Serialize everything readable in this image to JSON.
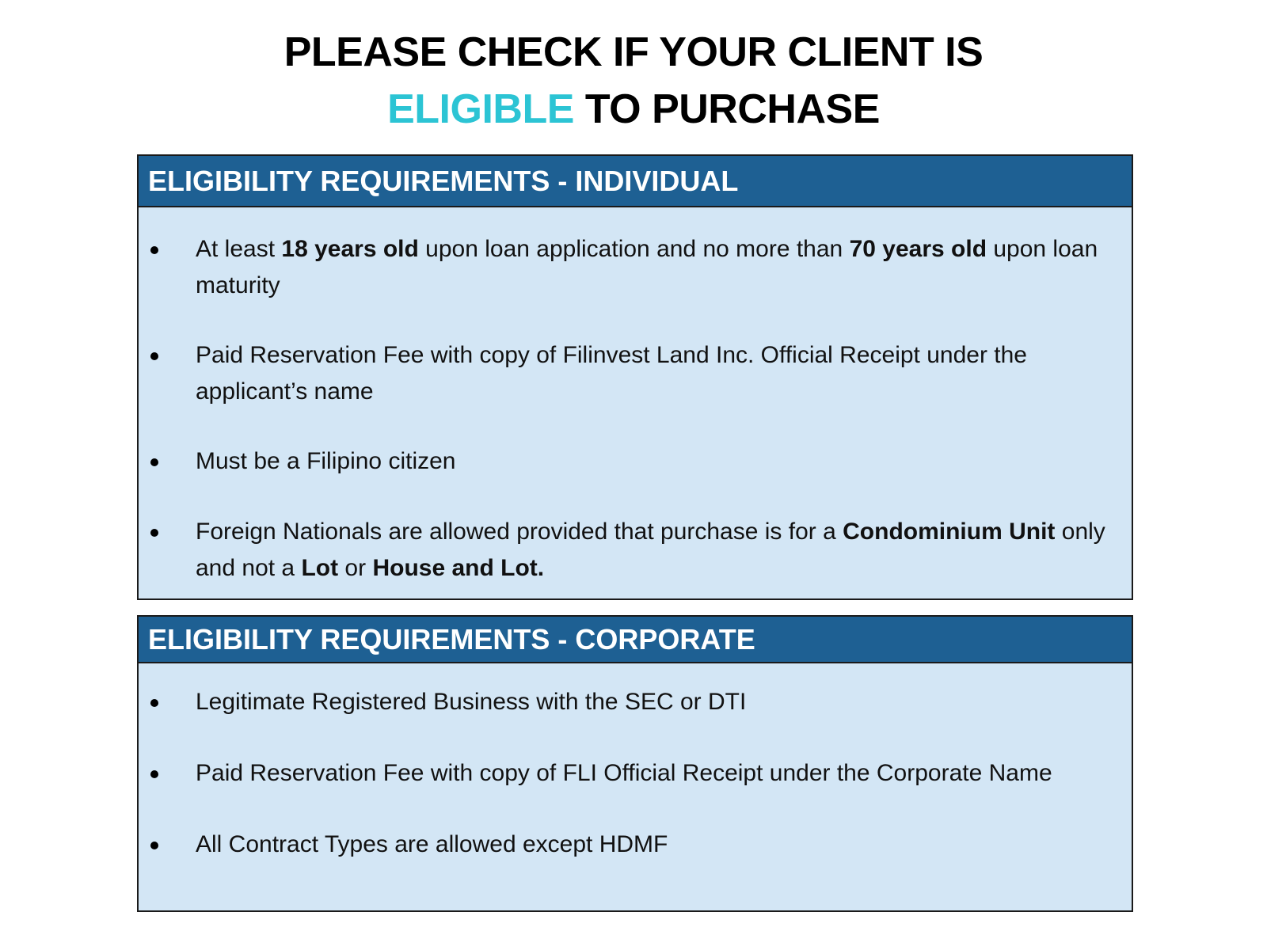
{
  "title": {
    "line1": "PLEASE CHECK IF YOUR CLIENT IS",
    "line2_accent": "ELIGIBLE",
    "line2_rest": " TO PURCHASE"
  },
  "colors": {
    "accent": "#2cc4d4",
    "header_bg": "#1e6093",
    "panel_bg": "#d3e6f5"
  },
  "individual": {
    "header": "ELIGIBILITY REQUIREMENTS - INDIVIDUAL",
    "items": [
      {
        "parts": [
          {
            "text": "At least ",
            "bold": false
          },
          {
            "text": "18 years old",
            "bold": true
          },
          {
            "text": " upon loan application and no more than ",
            "bold": false
          },
          {
            "text": "70 years old",
            "bold": true
          },
          {
            "text": " upon loan maturity",
            "bold": false
          }
        ]
      },
      {
        "parts": [
          {
            "text": "Paid Reservation Fee with copy of Filinvest Land Inc. Official Receipt under the applicant’s name",
            "bold": false
          }
        ]
      },
      {
        "parts": [
          {
            "text": "Must be a Filipino citizen",
            "bold": false
          }
        ]
      },
      {
        "parts": [
          {
            "text": "Foreign Nationals are allowed provided that purchase is for a ",
            "bold": false
          },
          {
            "text": "Condominium Unit",
            "bold": true
          },
          {
            "text": " only and not a ",
            "bold": false
          },
          {
            "text": "Lot",
            "bold": true
          },
          {
            "text": " or ",
            "bold": false
          },
          {
            "text": "House and Lot.",
            "bold": true
          }
        ]
      }
    ]
  },
  "corporate": {
    "header": "ELIGIBILITY REQUIREMENTS - CORPORATE",
    "items": [
      {
        "parts": [
          {
            "text": "Legitimate Registered Business with the SEC or DTI",
            "bold": false
          }
        ]
      },
      {
        "parts": [
          {
            "text": "Paid Reservation Fee with copy of FLI Official Receipt under the Corporate Name",
            "bold": false
          }
        ]
      },
      {
        "parts": [
          {
            "text": "All Contract Types are allowed except HDMF",
            "bold": false
          }
        ]
      }
    ]
  }
}
